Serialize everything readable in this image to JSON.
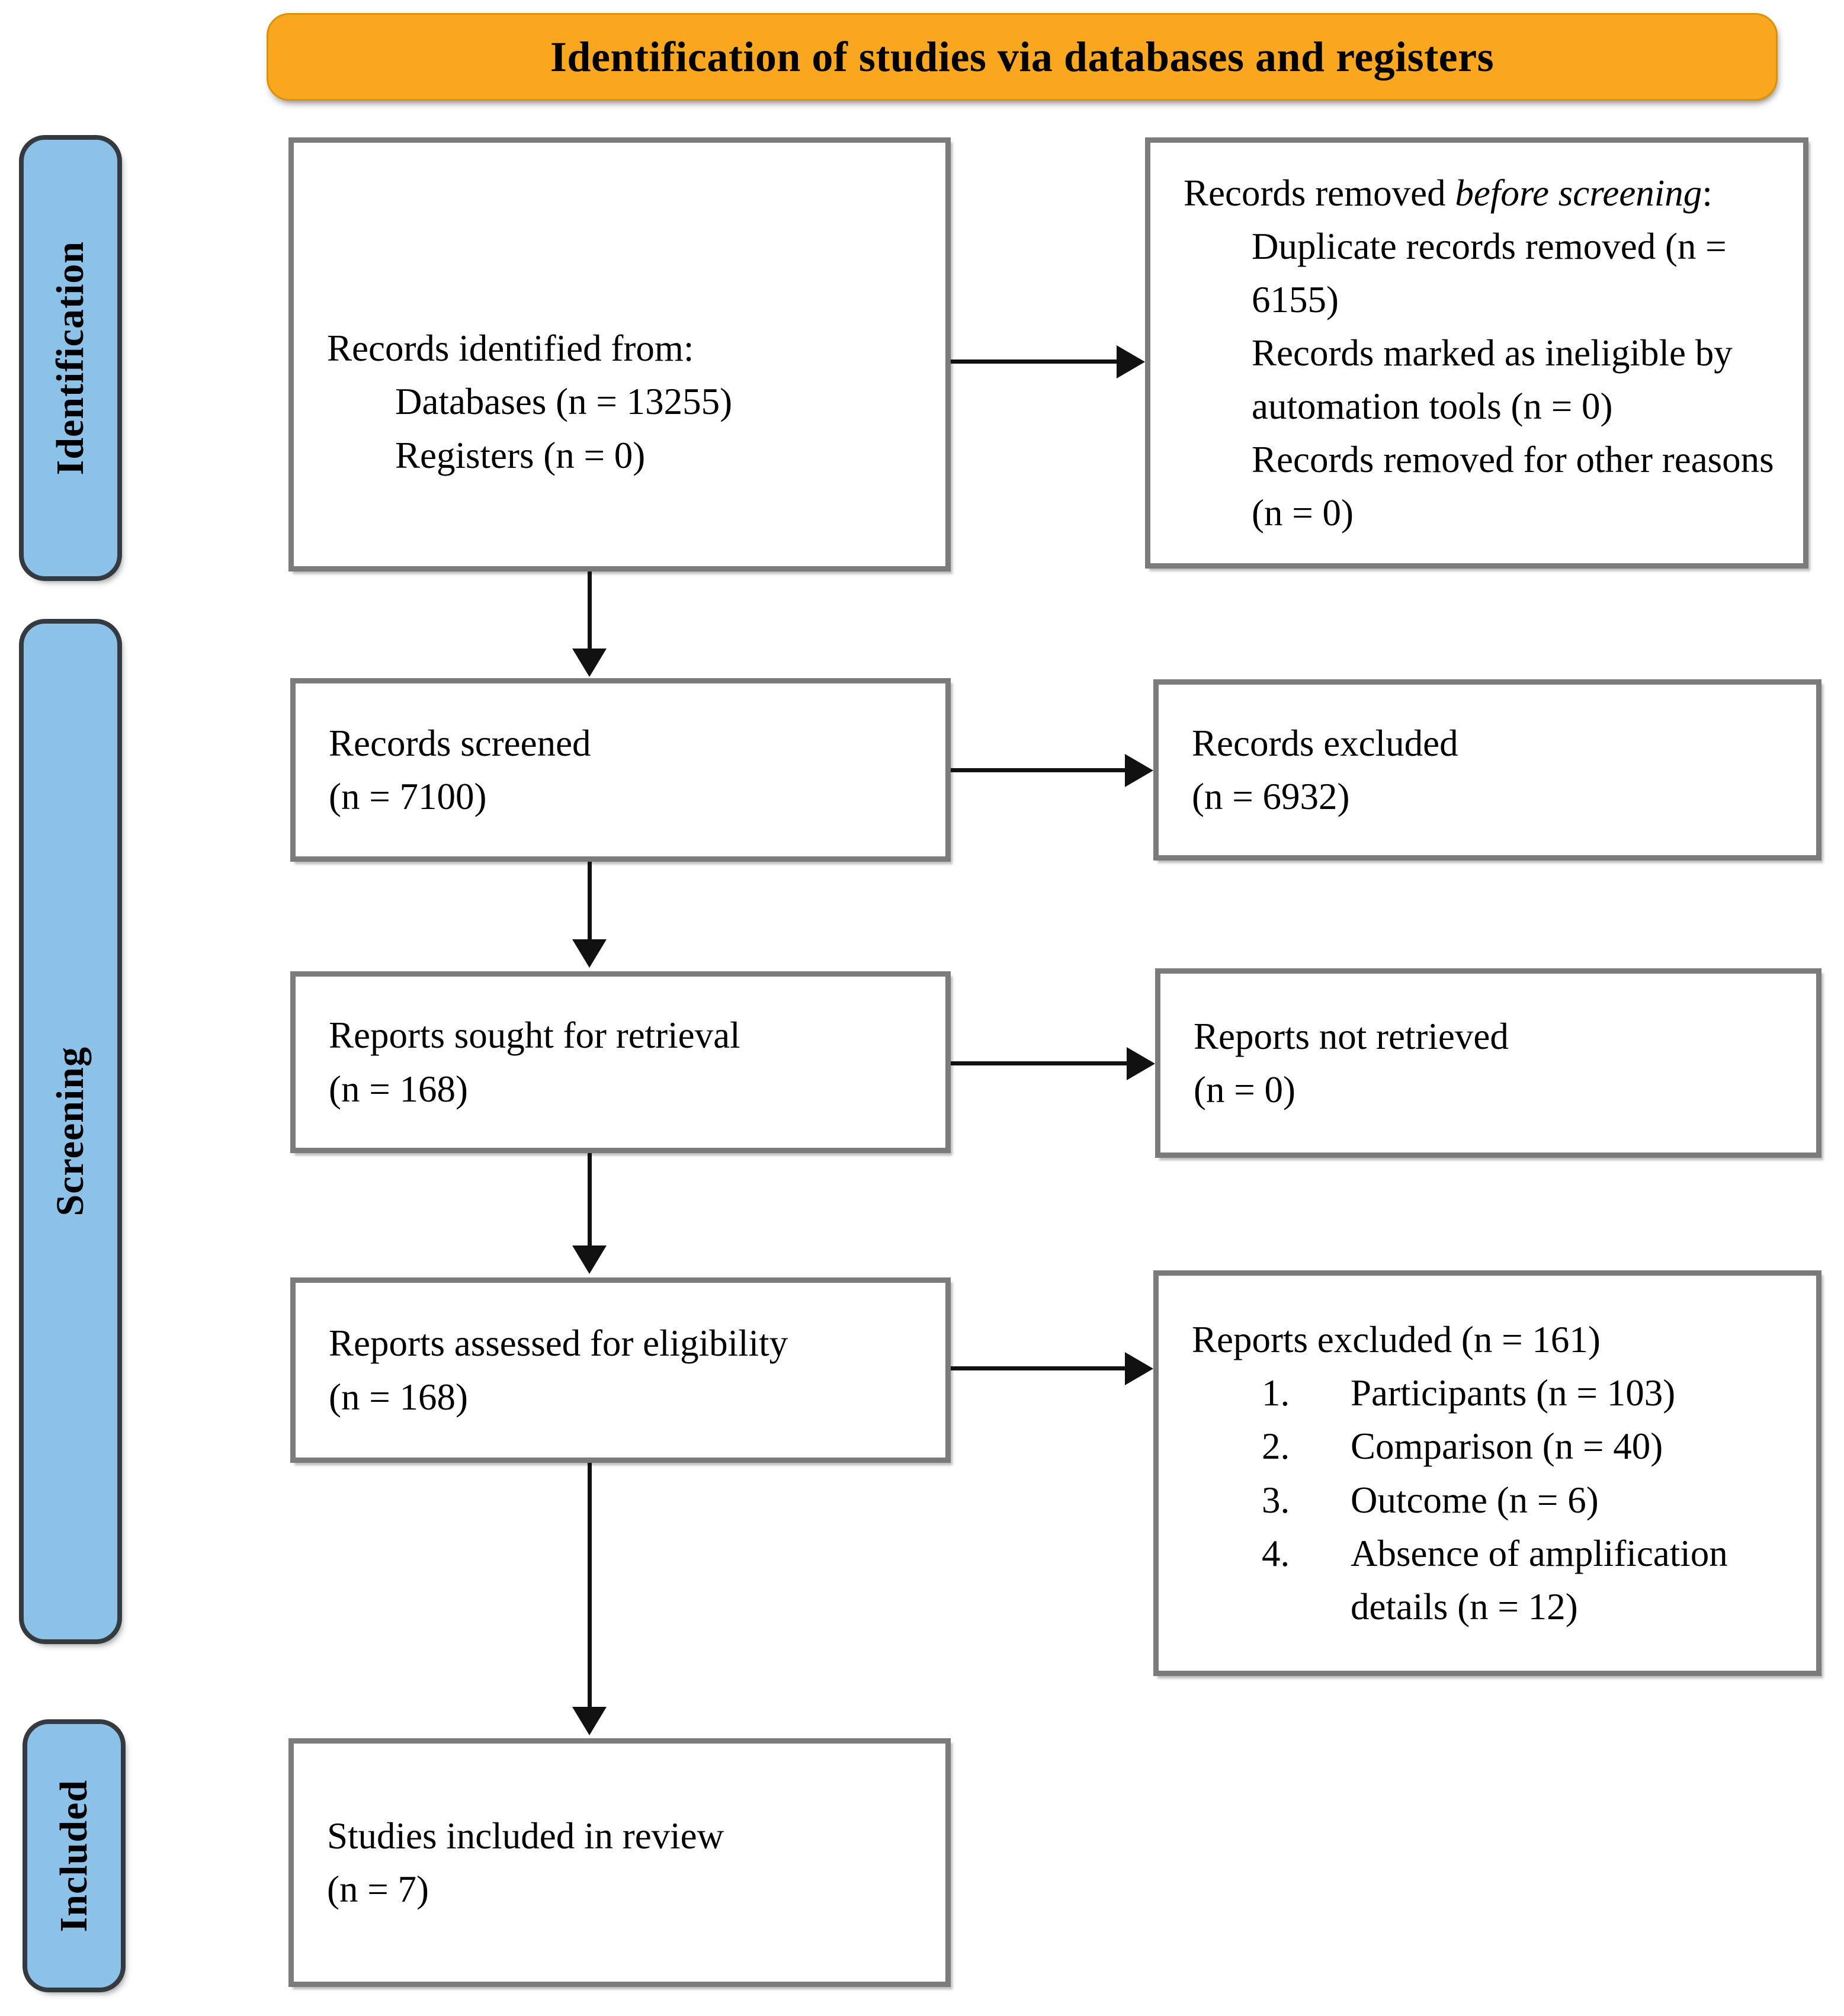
{
  "banner": {
    "title": "Identification of studies via databases and registers"
  },
  "colors": {
    "banner_bg": "#F9A71E",
    "sidebar_bg": "#8CC1E8",
    "sidebar_border": "#353A40",
    "box_border": "#7B7B7B",
    "arrow": "#111111",
    "text": "#000000"
  },
  "sidebar": {
    "items": [
      {
        "label": "Identification"
      },
      {
        "label": "Screening"
      },
      {
        "label": "Included"
      }
    ]
  },
  "boxes": {
    "identified": {
      "line1": "Records identified from:",
      "line2": "Databases (n = 13255)",
      "line3": "Registers (n = 0)"
    },
    "removed": {
      "intro_normal": "Records removed ",
      "intro_italic": "before screening",
      "intro_colon": ":",
      "items": [
        "Duplicate records removed  (n = 6155)",
        "Records marked as ineligible by automation tools (n = 0)",
        "Records removed for other reasons (n = 0)"
      ]
    },
    "screened": {
      "line1": "Records screened",
      "line2": "(n = 7100)"
    },
    "excluded": {
      "line1": "Records excluded",
      "line2": "(n = 6932)"
    },
    "sought": {
      "line1": "Reports sought for retrieval",
      "line2": "(n = 168)"
    },
    "not_retrieved": {
      "line1": "Reports not retrieved",
      "line2": "(n = 0)"
    },
    "assessed": {
      "line1": "Reports assessed for eligibility",
      "line2": "(n = 168)"
    },
    "reports_excluded": {
      "title": "Reports excluded (n = 161)",
      "items": [
        {
          "num": "1.",
          "text": "Participants (n = 103)"
        },
        {
          "num": "2.",
          "text": "Comparison (n = 40)"
        },
        {
          "num": "3.",
          "text": "Outcome (n = 6)"
        },
        {
          "num": "4.",
          "text": "Absence of amplification details (n = 12)"
        }
      ]
    },
    "included_review": {
      "line1": "Studies included in review",
      "line2": "(n = 7)"
    }
  }
}
